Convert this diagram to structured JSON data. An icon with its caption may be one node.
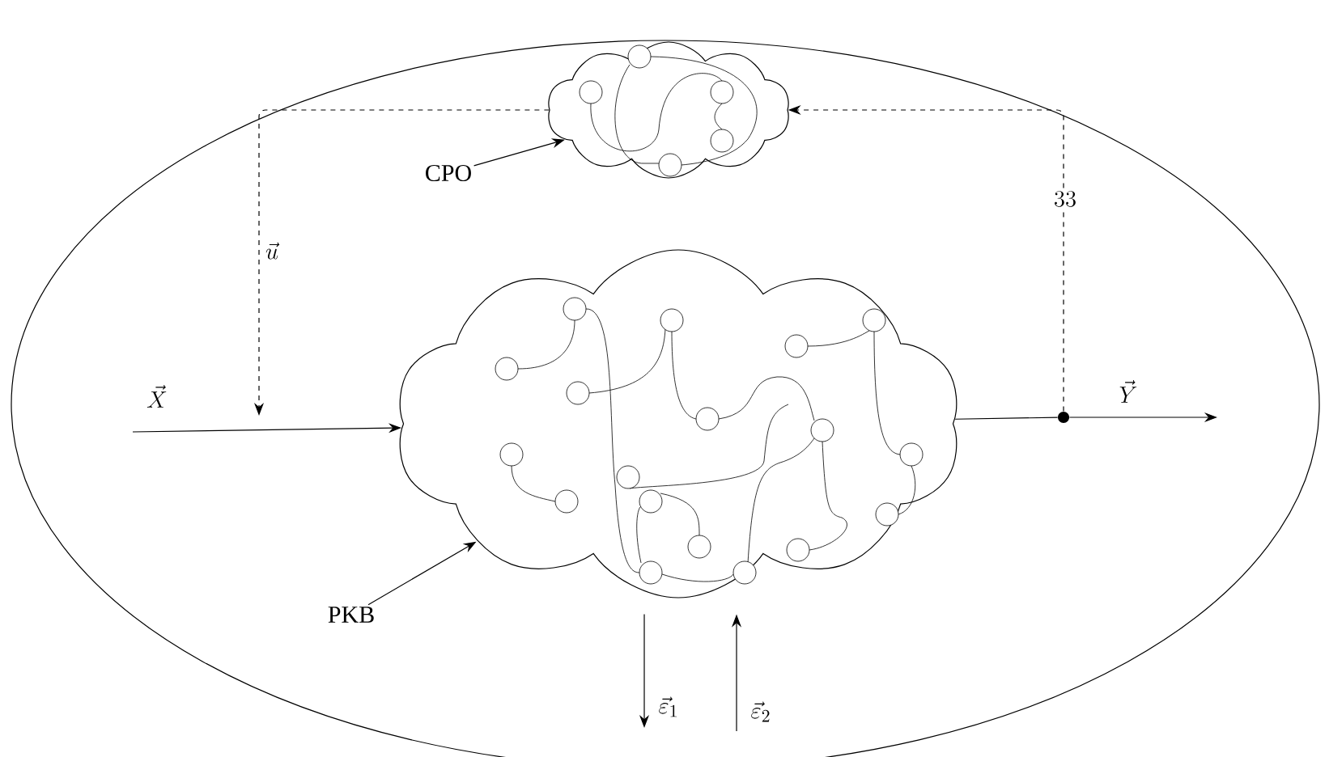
{
  "diagram": {
    "nodes": [
      {
        "text": [],
        "shape": "ellipse"
      },
      {
        "text": [],
        "shape": "cloud",
        "in": 0
      },
      {
        "text": [],
        "shape": "cloud",
        "in": 0
      },
      {
        "text": [
          "CPO"
        ],
        "in": 0
      },
      {
        "text": [
          "PKB"
        ],
        "in": 0
      },
      {
        "text": [],
        "shape": "circle",
        "in": 0
      }
    ],
    "edges": [
      {
        "from": 3,
        "to": 1,
        "arrow": "to"
      },
      {
        "from": 4,
        "to": 2,
        "arrow": "to"
      },
      {
        "from": null,
        "to": 2,
        "arrow": "to",
        "label": "\\vec{X}"
      },
      {
        "from": 2,
        "to": 5,
        "arrow": "none"
      },
      {
        "from": 5,
        "to": null,
        "arrow": "to",
        "label": "\\vec{Y}"
      },
      {
        "from": 5,
        "to": 1,
        "arrow": "to",
        "style": "dashed",
        "label": "33"
      },
      {
        "from": 1,
        "to": null,
        "arrow": "to",
        "style": "dashed",
        "label": "\\vec{u}"
      },
      {
        "from": 2,
        "to": null,
        "arrow": "to",
        "label": "\\vec{\\varepsilon}_1"
      },
      {
        "from": null,
        "to": 2,
        "arrow": "to",
        "label": "\\vec{\\varepsilon}_2"
      }
    ]
  }
}
